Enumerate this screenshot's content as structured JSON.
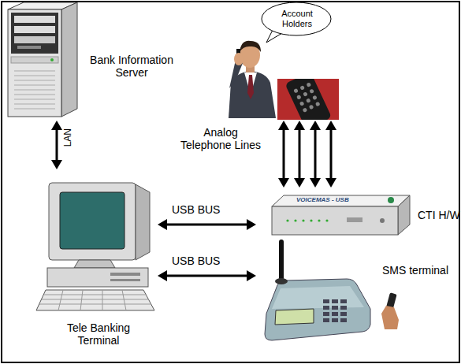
{
  "diagram": {
    "nodes": [
      {
        "text": [
          "Bank Information Server"
        ]
      },
      {
        "text": [
          "Account Holders"
        ]
      },
      {
        "text": [
          "Tele Banking Terminal"
        ]
      },
      {
        "text": [
          "CTI H/W"
        ]
      },
      {
        "text": [
          "SMS terminal"
        ]
      }
    ],
    "edges": [
      {
        "from": 0,
        "to": 2,
        "arrow": "both",
        "label": "LAN"
      },
      {
        "from": 1,
        "to": 3,
        "arrow": "both",
        "label": "Analog Telephone Lines"
      },
      {
        "from": 1,
        "to": 3,
        "arrow": "both"
      },
      {
        "from": 1,
        "to": 3,
        "arrow": "both"
      },
      {
        "from": 1,
        "to": 3,
        "arrow": "both"
      },
      {
        "from": 2,
        "to": 3,
        "arrow": "both",
        "label": "USB BUS"
      },
      {
        "from": 2,
        "to": 4,
        "arrow": "both",
        "label": "USB BUS"
      }
    ],
    "labels": [
      "VOICEMAS - USB"
    ]
  }
}
